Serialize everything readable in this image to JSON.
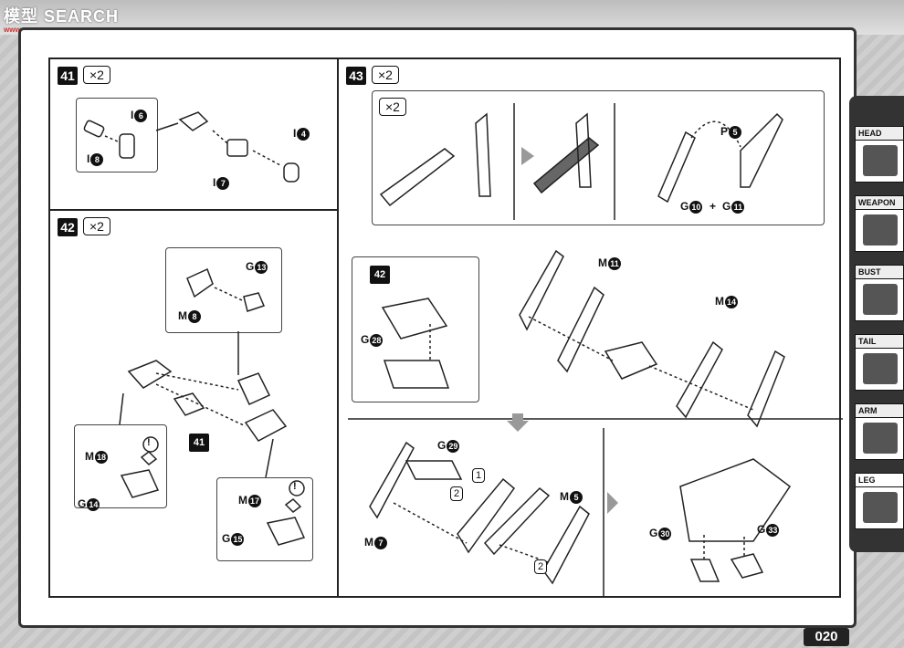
{
  "logo": {
    "text": "SEARCH",
    "brand_text": "模型",
    "sub": "www.ccmv.com"
  },
  "steps": [
    {
      "number": "41",
      "mult": "×2"
    },
    {
      "number": "42",
      "mult": "×2"
    },
    {
      "number": "43",
      "mult": "×2"
    }
  ],
  "step43_sub_mult": "×2",
  "parts": {
    "s41": [
      "I",
      "6",
      "I",
      "8",
      "I",
      "4",
      "I",
      "7"
    ],
    "s42": [
      "G",
      "13",
      "M",
      "8",
      "M",
      "18",
      "G",
      "14",
      "M",
      "17",
      "G",
      "15"
    ],
    "s43": [
      "P",
      "5",
      "G",
      "10",
      "G",
      "11",
      "M",
      "11",
      "M",
      "14",
      "G",
      "28",
      "G",
      "29",
      "M",
      "5",
      "M",
      "7",
      "G",
      "30",
      "G",
      "33"
    ]
  },
  "ref_41": "41",
  "ref_42": "42",
  "plus": "+",
  "seq_1": "1",
  "seq_2": "2",
  "exclaim": "!",
  "sidebar": [
    "HEAD",
    "WEAPON",
    "BUST",
    "TAIL",
    "ARM",
    "LEG"
  ],
  "page_number": "020"
}
